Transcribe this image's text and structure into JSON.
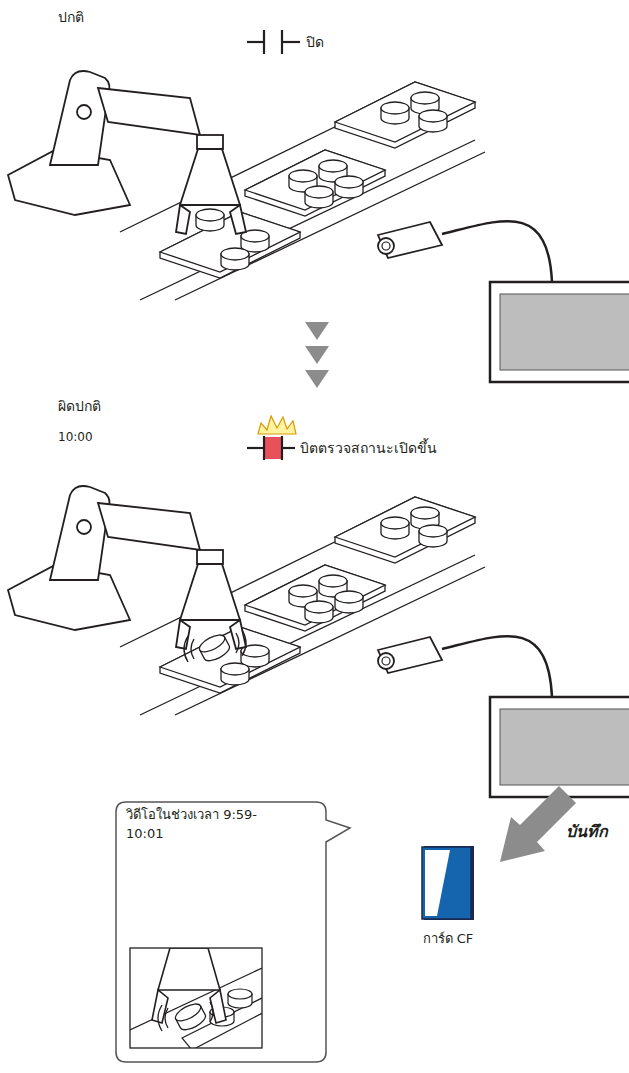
{
  "diagram": {
    "nodes": [
      {
        "text": [
          "วิดีโอในช่วงเวลา 9:59-10:01"
        ]
      },
      {
        "text": [
          "การ์ด CF"
        ]
      }
    ],
    "labels": [
      "ปกติ",
      "ปิด",
      "ผิดปกติ",
      "10:00",
      "บิตตรวจสถานะเปิดขึ้น",
      "บันทึก"
    ]
  }
}
